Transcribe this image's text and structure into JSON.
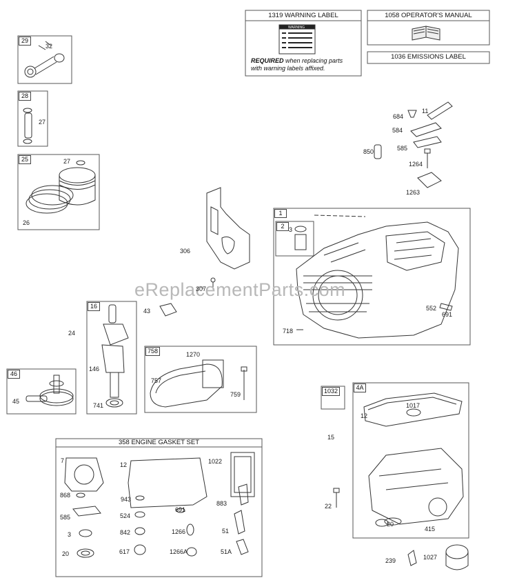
{
  "watermark": "eReplacementParts.com",
  "warning_box": {
    "title": "1319 WARNING LABEL",
    "label_heading": "WARNING",
    "note_bold": "REQUIRED",
    "note_rest": " when replacing parts",
    "note_line2": "with warning labels affixed."
  },
  "manual_box": {
    "title": "1058 OPERATOR'S MANUAL"
  },
  "emissions_box": {
    "title": "1036 EMISSIONS LABEL"
  },
  "gasket_box": {
    "title": "358 ENGINE GASKET SET"
  },
  "tags": {
    "t29": "29",
    "t28": "28",
    "t25": "25",
    "t16": "16",
    "t46": "46",
    "t758": "758",
    "t1": "1",
    "t2": "2",
    "t1032": "1032",
    "t4a": "4A"
  },
  "parts": {
    "p32": "32",
    "p27a": "27",
    "p27b": "27",
    "p26": "26",
    "p684": "684",
    "p11": "11",
    "p584": "584",
    "p850": "850",
    "p585a": "585",
    "p1264": "1264",
    "p1263": "1263",
    "p306": "306",
    "p307": "307",
    "p3a": "3",
    "p552": "552",
    "p691a": "691",
    "p718": "718",
    "p43": "43",
    "p24": "24",
    "p146": "146",
    "p741": "741",
    "p45": "45",
    "p1270": "1270",
    "p757": "757",
    "p759": "759",
    "p12a": "12",
    "p1017": "1017",
    "p15": "15",
    "p22": "22",
    "p20a": "20",
    "p415": "415",
    "p239": "239",
    "p1027": "1027",
    "p7": "7",
    "p12b": "12",
    "p1022": "1022",
    "p868": "868",
    "p943": "943",
    "p883": "883",
    "p524": "524",
    "p691b": "691",
    "p585b": "585",
    "p842": "842",
    "p1266": "1266",
    "p51": "51",
    "p3b": "3",
    "p20b": "20",
    "p617": "617",
    "p1266a": "1266A",
    "p51a": "51A"
  },
  "colors": {
    "line": "#333333",
    "box": "#555555",
    "watermark": "#b8b8b8"
  }
}
